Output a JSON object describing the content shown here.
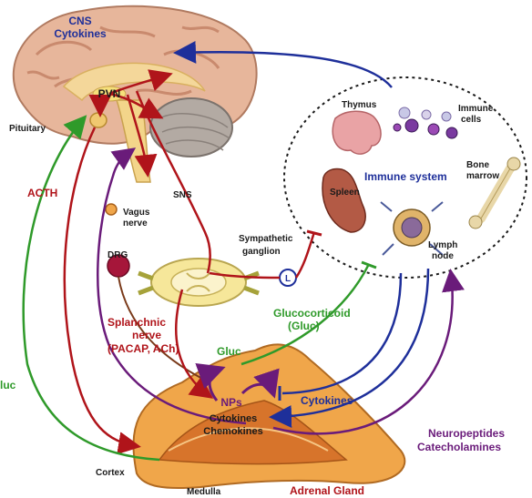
{
  "labels": {
    "cns": "CNS",
    "cytokines_top": "Cytokines",
    "pvn": "PVN",
    "pituitary": "Pituitary",
    "acth": "ACTH",
    "vagus_1": "Vagus",
    "vagus_2": "nerve",
    "sns": "SNS",
    "drg": "DRG",
    "sympathetic_1": "Sympathetic",
    "sympathetic_2": "ganglion",
    "splanchnic_1": "Splanchnic",
    "splanchnic_2": "nerve",
    "splanchnic_3": "(PACAP, ACh)",
    "glucocorticoid_1": "Glucocorticoid",
    "glucocorticoid_2": "(Gluc)",
    "gluc_adrenal": "Gluc",
    "gluc_left": "luc",
    "nps": "NPs",
    "cytokines_adrenal": "Cytokines",
    "chemokines": "Chemokines",
    "cytokines_arrow": "Cytokines",
    "neuropeptides": "Neuropeptides",
    "catecholamines": "Catecholamines",
    "cortex": "Cortex",
    "medulla": "Medulla",
    "adrenal_gland": "Adrenal Gland",
    "thymus": "Thymus",
    "immune_cells_1": "Immune",
    "immune_cells_2": "cells",
    "immune_system": "Immune system",
    "bone_marrow_1": "Bone",
    "bone_marrow_2": "marrow",
    "spleen": "Spleen",
    "lymph_node_1": "Lymph",
    "lymph_node_2": "node"
  },
  "colors": {
    "blue": "#1e2f9a",
    "red": "#b0141a",
    "green": "#2f9a2a",
    "purple": "#6a1b7a",
    "brain": "#e7b69b",
    "brain_dark": "#c98a6e",
    "adrenal": "#f0a64a",
    "spinal": "#f6e79a",
    "spleen": "#b35a45",
    "thymus": "#e9a3a5"
  }
}
